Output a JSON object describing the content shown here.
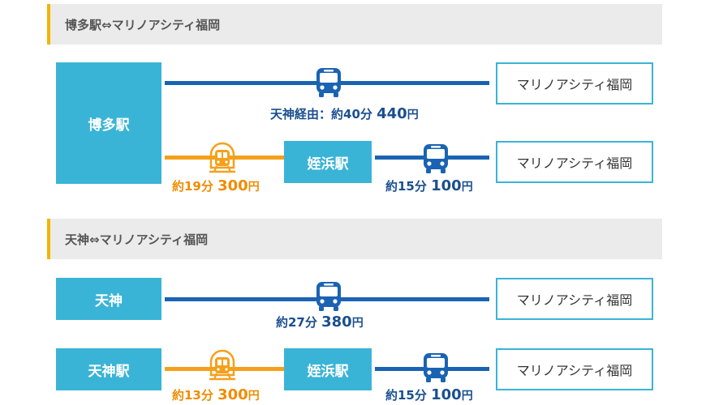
{
  "colors": {
    "station": "#3ab4d6",
    "bus_line": "#1a63b3",
    "train_line": "#f5a01a",
    "header_bg": "#ebebeb",
    "header_accent": "#f5b300"
  },
  "sections": [
    {
      "title": "博多駅⇔マリノアシティ福岡",
      "origin": "博多駅",
      "routes": [
        {
          "mode": "bus-icon",
          "label": "天神経由：約40分",
          "fare": "440",
          "unit": "円",
          "destination": "マリノアシティ福岡"
        },
        {
          "first_leg": {
            "mode": "train-icon",
            "label": "約19分",
            "fare": "300",
            "unit": "円"
          },
          "transfer": "姪浜駅",
          "second_leg": {
            "mode": "bus-icon",
            "label": "約15分",
            "fare": "100",
            "unit": "円"
          },
          "destination": "マリノアシティ福岡"
        }
      ]
    },
    {
      "title": "天神⇔マリノアシティ福岡",
      "routes": [
        {
          "origin": "天神",
          "mode": "bus-icon",
          "label": "約27分",
          "fare": "380",
          "unit": "円",
          "destination": "マリノアシティ福岡"
        },
        {
          "origin": "天神駅",
          "first_leg": {
            "mode": "train-icon",
            "label": "約13分",
            "fare": "300",
            "unit": "円"
          },
          "transfer": "姪浜駅",
          "second_leg": {
            "mode": "bus-icon",
            "label": "約15分",
            "fare": "100",
            "unit": "円"
          },
          "destination": "マリノアシティ福岡"
        }
      ]
    }
  ]
}
